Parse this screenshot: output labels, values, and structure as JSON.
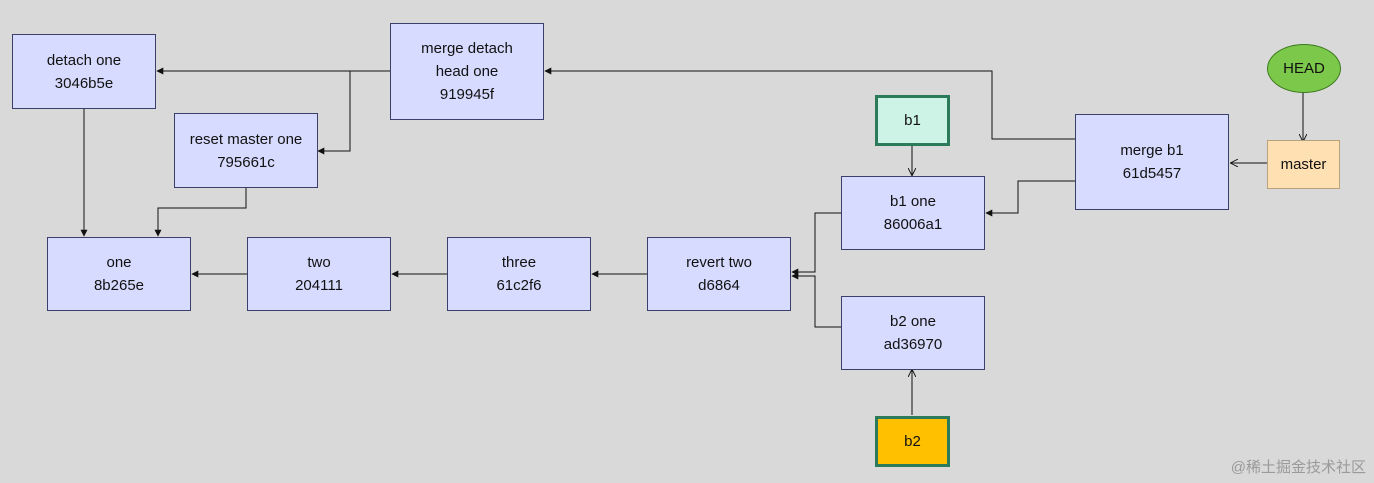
{
  "commits": {
    "detach_one": {
      "label": "detach one",
      "hash": "3046b5e"
    },
    "merge_detach": {
      "label1": "merge detach",
      "label2": "head one",
      "hash": "919945f"
    },
    "reset_master": {
      "label": "reset master one",
      "hash": "795661c"
    },
    "one": {
      "label": "one",
      "hash": "8b265e"
    },
    "two": {
      "label": "two",
      "hash": "204111"
    },
    "three": {
      "label": "three",
      "hash": "61c2f6"
    },
    "revert_two": {
      "label": "revert two",
      "hash": "d6864"
    },
    "b1_one": {
      "label": "b1 one",
      "hash": "86006a1"
    },
    "b2_one": {
      "label": "b2 one",
      "hash": "ad36970"
    },
    "merge_b1": {
      "label": "merge b1",
      "hash": "61d5457"
    }
  },
  "refs": {
    "b1": "b1",
    "b2": "b2",
    "master": "master",
    "head": "HEAD"
  },
  "watermark": "@稀土掘金技术社区",
  "colors": {
    "commit_fill": "#d6dbff",
    "branch_b1_fill": "#cdf3e6",
    "branch_b2_fill": "#ffc000",
    "master_fill": "#ffe0b3",
    "head_fill": "#7cc84a",
    "background": "#d9d9d9"
  }
}
